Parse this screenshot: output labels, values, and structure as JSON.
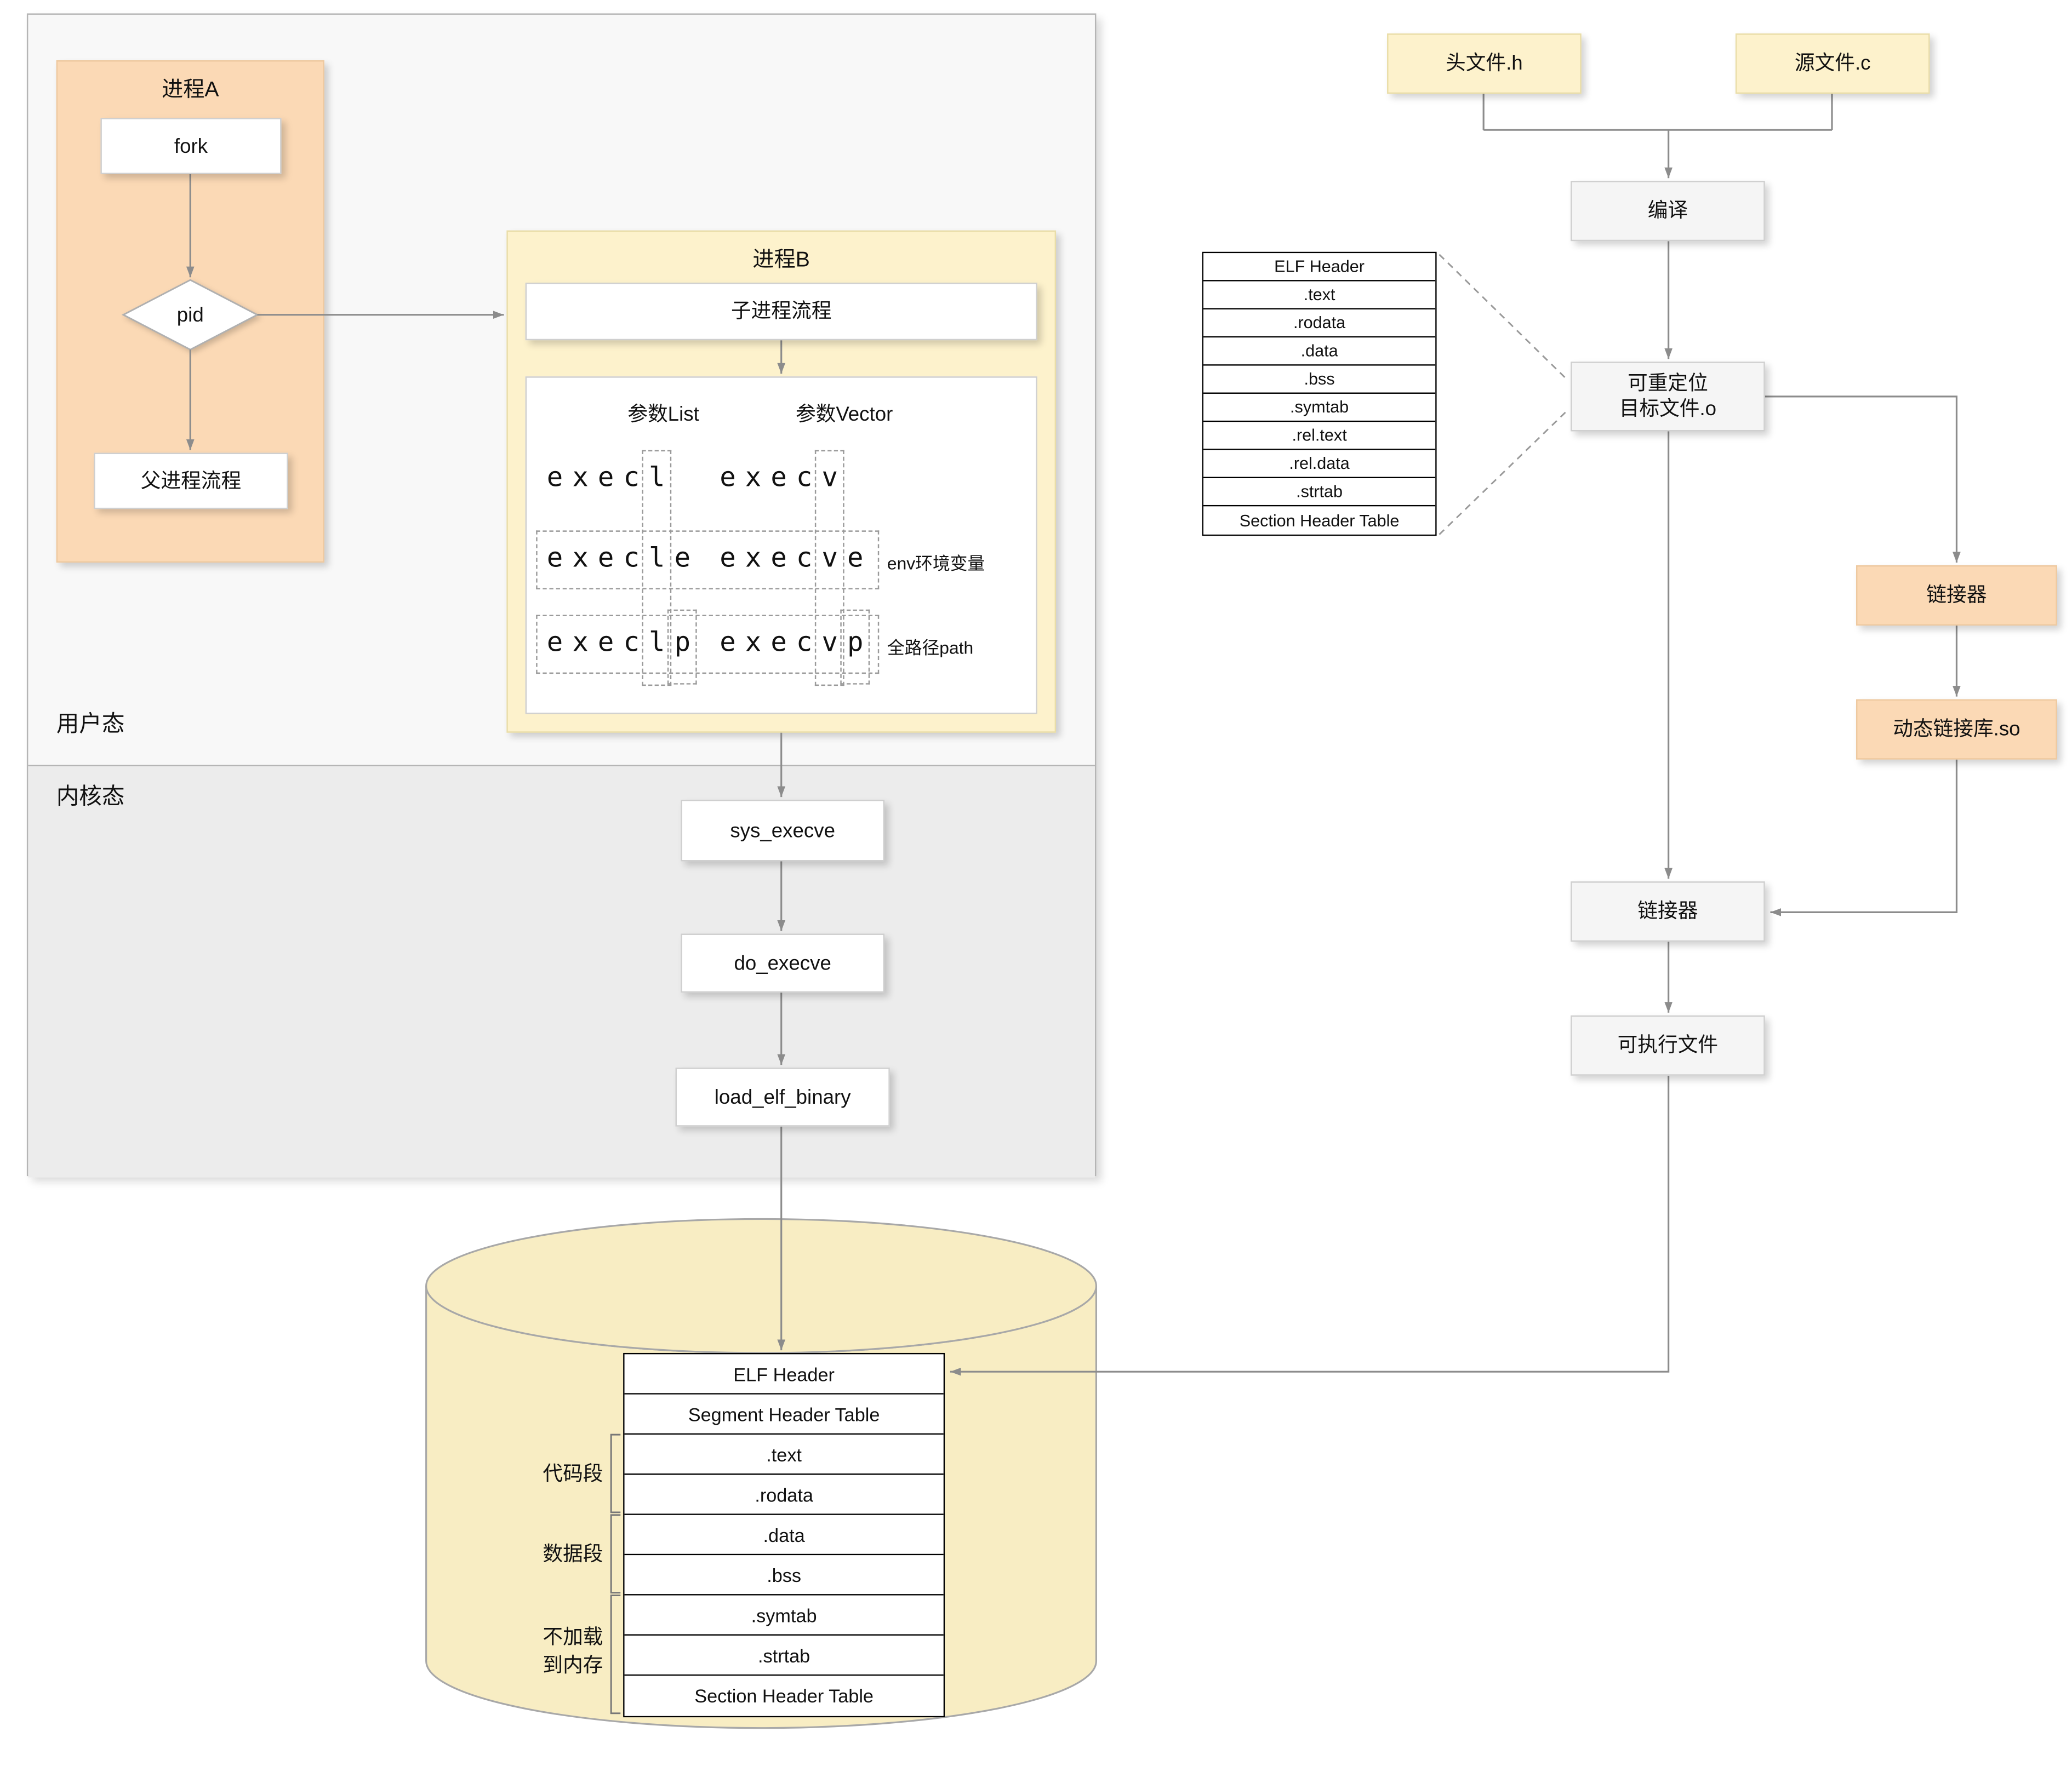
{
  "colors": {
    "orange_box": "#fbd9b5",
    "yellow_box": "#fdf2cc",
    "gray_box": "#f5f5f5",
    "cylinder_fill": "#f8edc3",
    "connector": "#8c8c8c"
  },
  "left_panel": {
    "user_mode_label": "用户态",
    "kernel_mode_label": "内核态",
    "process_a": {
      "title": "进程A",
      "fork": "fork",
      "pid": "pid",
      "parent_flow": "父进程流程"
    },
    "process_b": {
      "title": "进程B",
      "child_flow": "子进程流程",
      "param_list": "参数List",
      "param_vector": "参数Vector",
      "execl": "execl",
      "execv": "execv",
      "execle": "execle",
      "execve": "execve",
      "execlp": "execlp",
      "execvp": "execvp",
      "env_note": "env环境变量",
      "path_note": "全路径path"
    },
    "kernel_flow": {
      "sys_execve": "sys_execve",
      "do_execve": "do_execve",
      "load_elf_binary": "load_elf_binary"
    }
  },
  "build_flow": {
    "header_file": "头文件.h",
    "source_file": "源文件.c",
    "compile": "编译",
    "reloc_object_line1": "可重定位",
    "reloc_object_line2": "目标文件.o",
    "object_sections": [
      "ELF Header",
      ".text",
      ".rodata",
      ".data",
      ".bss",
      ".symtab",
      ".rel.text",
      ".rel.data",
      ".strtab",
      "Section Header Table"
    ],
    "static_linker": "链接器",
    "dynamic_lib": "动态链接库.so",
    "linker": "链接器",
    "executable": "可执行文件"
  },
  "disk": {
    "sections": [
      "ELF Header",
      "Segment Header Table",
      ".text",
      ".rodata",
      ".data",
      ".bss",
      ".symtab",
      ".strtab",
      "Section Header Table"
    ],
    "code_segment_label": "代码段",
    "data_segment_label": "数据段",
    "noload_label_line1": "不加载",
    "noload_label_line2": "到内存"
  }
}
